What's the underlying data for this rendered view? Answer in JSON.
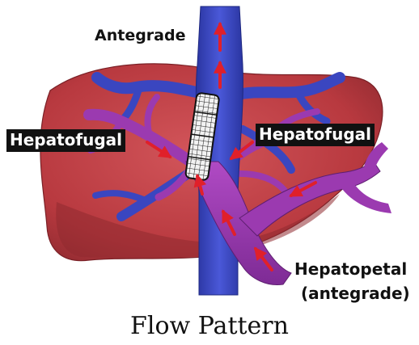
{
  "labels": {
    "antegrade": "Antegrade",
    "hepatofugal_left": "Hepatofugal",
    "hepatofugal_right": "Hepatofugal",
    "hepatopetal": "Hepatopetal",
    "hepatopetal_sub": "(antegrade)"
  },
  "caption": "Flow Pattern",
  "colors": {
    "liver": "#b8393f",
    "liver_shadow": "#8f2a30",
    "hepatic_vein": "#3440b8",
    "portal_vein": "#9b3ab0",
    "flow_arrow": "#e0202a",
    "stent": "#222222"
  }
}
